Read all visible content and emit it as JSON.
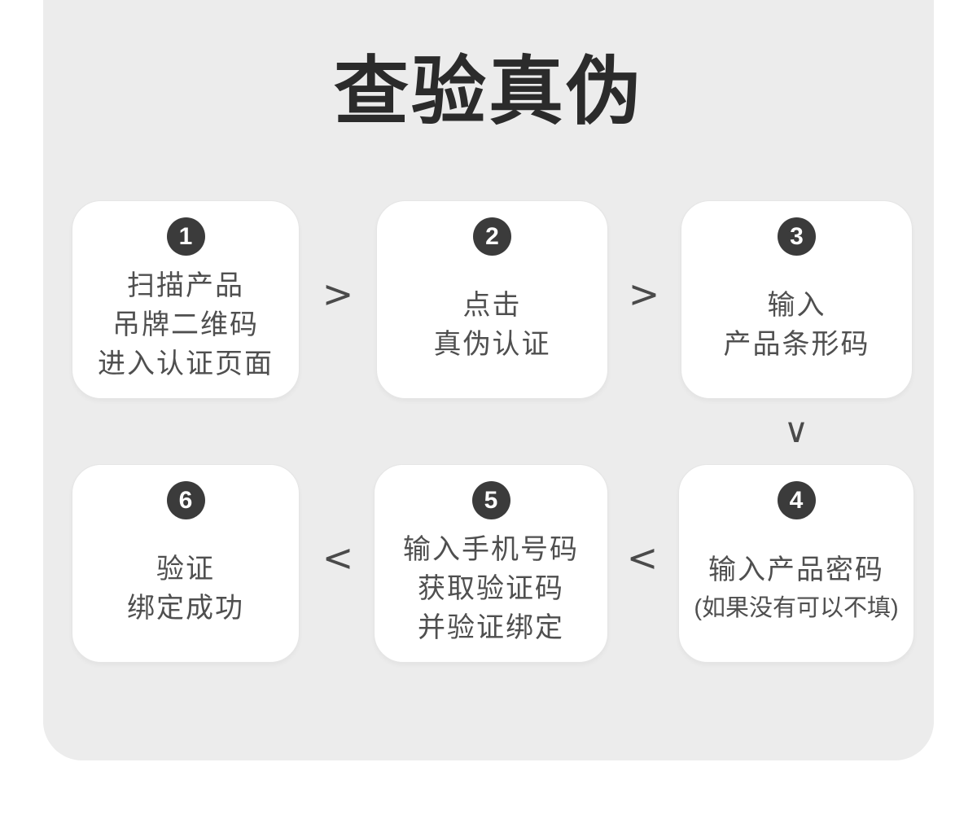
{
  "title": "查验真伪",
  "steps": [
    {
      "number": "1",
      "lines": [
        "扫描产品",
        "吊牌二维码",
        "进入认证页面"
      ]
    },
    {
      "number": "2",
      "lines": [
        "点击",
        "真伪认证"
      ]
    },
    {
      "number": "3",
      "lines": [
        "输入",
        "产品条形码"
      ]
    },
    {
      "number": "4",
      "lines": [
        "输入产品密码"
      ],
      "note": "(如果没有可以不填)"
    },
    {
      "number": "5",
      "lines": [
        "输入手机号码",
        "获取验证码",
        "并验证绑定"
      ]
    },
    {
      "number": "6",
      "lines": [
        "验证",
        "绑定成功"
      ]
    }
  ],
  "arrows": {
    "right": ">",
    "left": "<",
    "down": "∨"
  },
  "colors": {
    "page_background": "#ffffff",
    "panel_background": "#ececec",
    "card_background": "#ffffff",
    "card_border": "#e5e5e5",
    "badge_background": "#3b3b3b",
    "badge_text": "#ffffff",
    "title_text": "#2b2b2b",
    "body_text": "#4f4f4f",
    "arrow_text": "#4a4a4a"
  }
}
